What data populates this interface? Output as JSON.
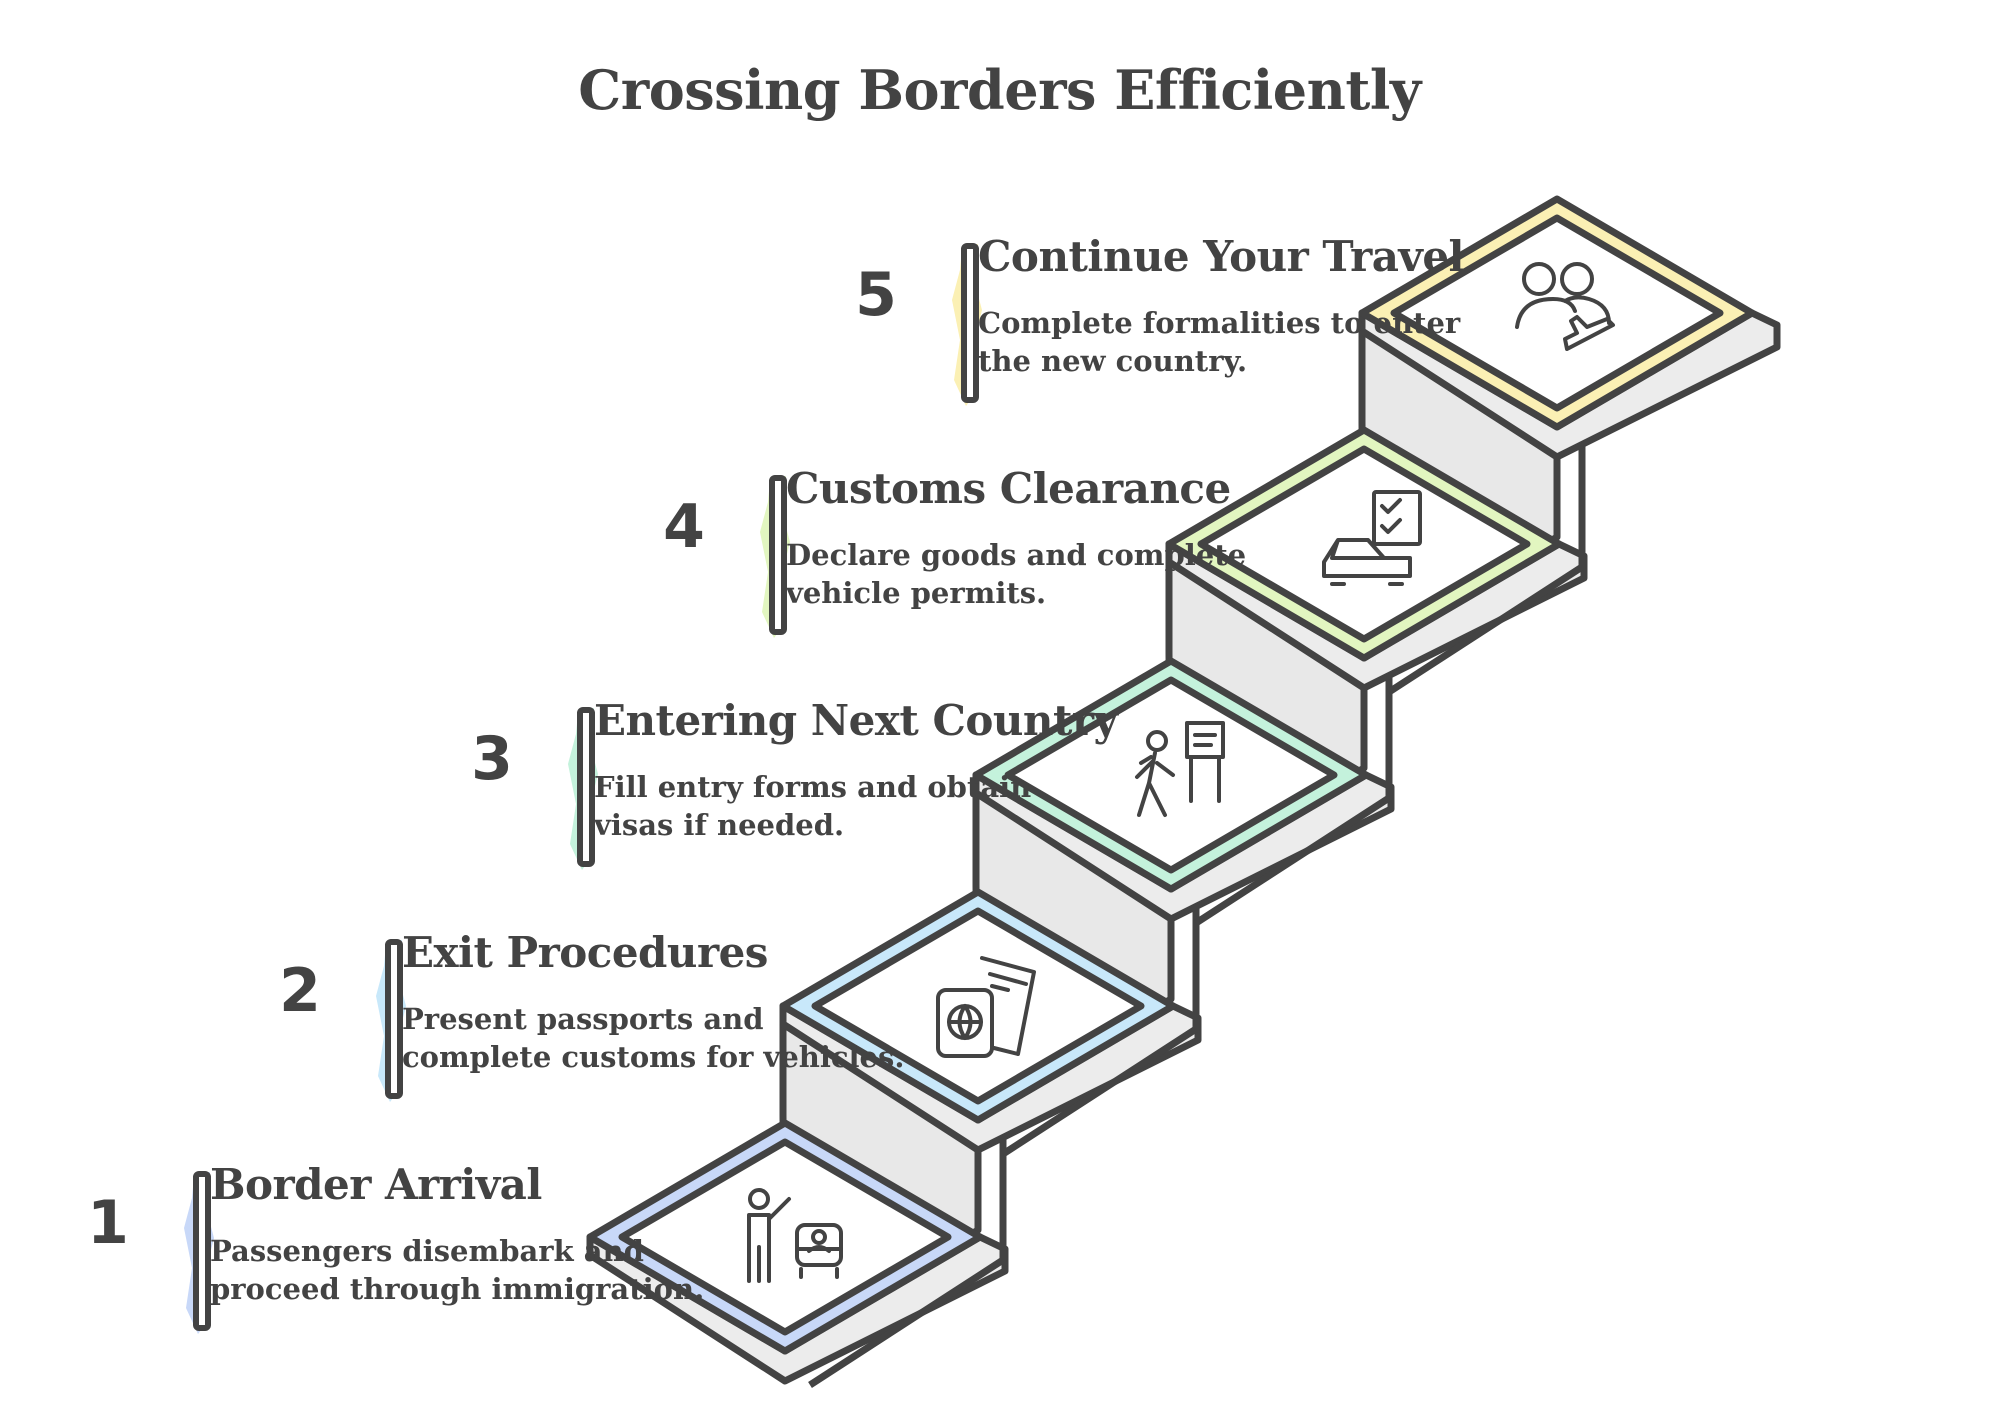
{
  "title": "Crossing Borders Efficiently",
  "steps": [
    {
      "number": "1",
      "title": "Border Arrival",
      "description": "Passengers disembark and proceed through immigration.",
      "accent": "#c8d8f8",
      "icon": "person-waving-at-bus-icon"
    },
    {
      "number": "2",
      "title": "Exit Procedures",
      "description": "Present passports and complete customs for vehicles.",
      "accent": "#c8e8fa",
      "icon": "passport-and-ticket-icon"
    },
    {
      "number": "3",
      "title": "Entering Next Country",
      "description": "Fill entry forms and obtain visas if needed.",
      "accent": "#c4f2dc",
      "icon": "traveler-with-sign-icon"
    },
    {
      "number": "4",
      "title": "Customs Clearance",
      "description": "Declare goods and complete vehicle permits.",
      "accent": "#e2f6c0",
      "icon": "car-with-checklist-icon"
    },
    {
      "number": "5",
      "title": "Continue Your Travel",
      "description": "Complete formalities to enter the new country.",
      "accent": "#fbf0b4",
      "icon": "travelers-with-plane-icon"
    }
  ]
}
